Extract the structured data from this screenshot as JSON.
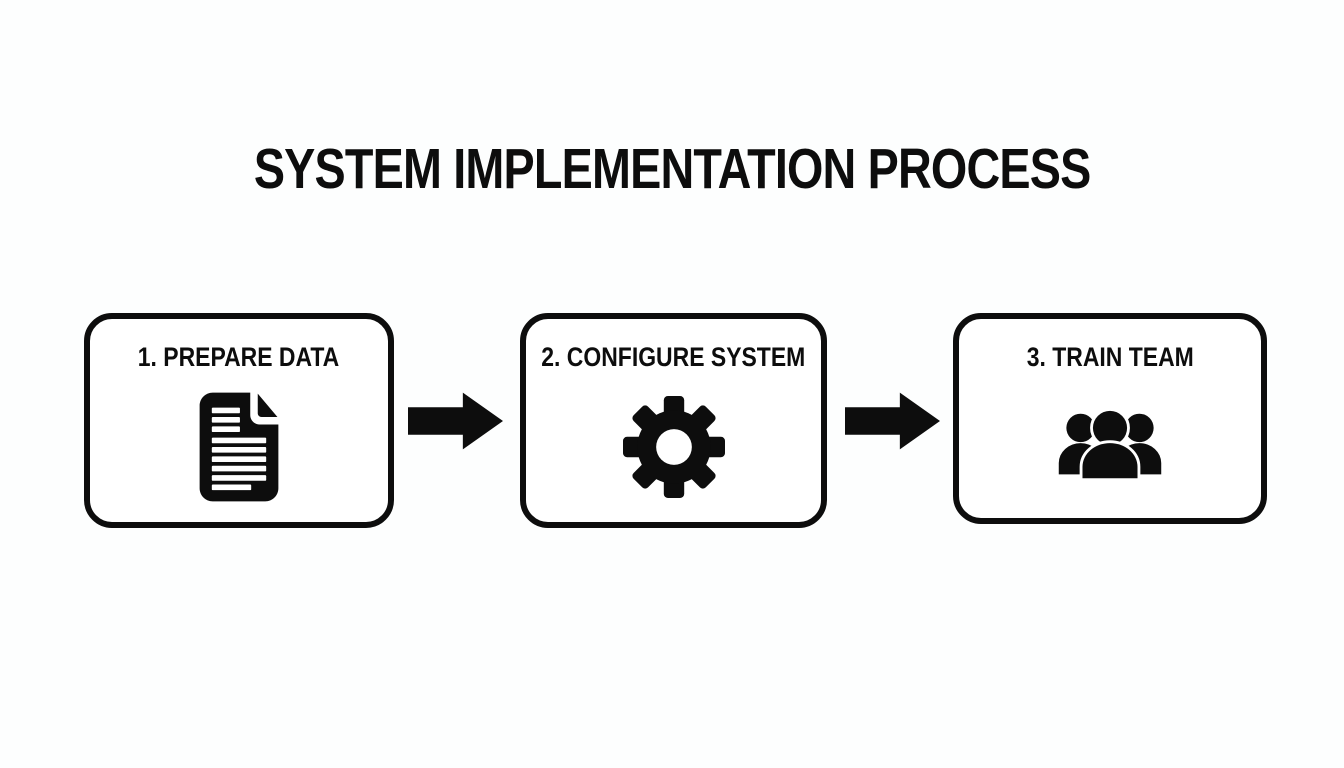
{
  "title": "SYSTEM IMPLEMENTATION PROCESS",
  "steps": [
    {
      "label": "1. PREPARE DATA",
      "icon": "document-icon"
    },
    {
      "label": "2. CONFIGURE SYSTEM",
      "icon": "gear-icon"
    },
    {
      "label": "3. TRAIN TEAM",
      "icon": "team-icon"
    }
  ],
  "connectors": [
    {
      "icon": "arrow-right-icon"
    },
    {
      "icon": "arrow-right-icon"
    }
  ],
  "colors": {
    "background": "#fdfefe",
    "ink": "#0d0d0d",
    "box_fill": "#ffffff"
  }
}
